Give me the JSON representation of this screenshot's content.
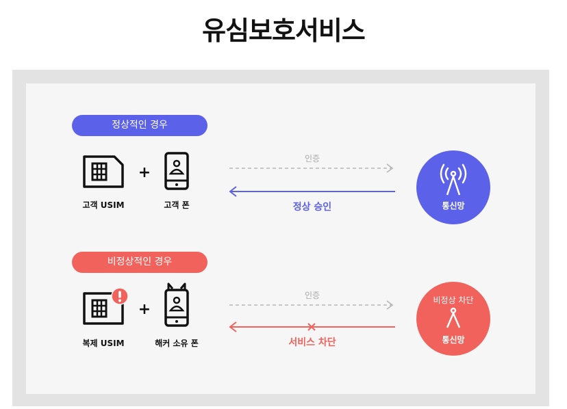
{
  "title": "유심보호서비스",
  "normal_case": {
    "pill_label": "정상적인 경우",
    "sim_label": "고객 USIM",
    "phone_label": "고객 폰",
    "plus": "+",
    "auth_label": "인증",
    "result_label": "정상 승인",
    "network_label": "통신망"
  },
  "abnormal_case": {
    "pill_label": "비정상적인 경우",
    "sim_label": "복제 USIM",
    "phone_label": "해커 소유 폰",
    "plus": "+",
    "auth_label": "인증",
    "result_label": "서비스 차단",
    "network_status": "비정상 차단",
    "network_label": "통신망"
  },
  "colors": {
    "blue": "#5b61e8",
    "red": "#f0625b",
    "gray_arrow": "#b5b5b5"
  }
}
